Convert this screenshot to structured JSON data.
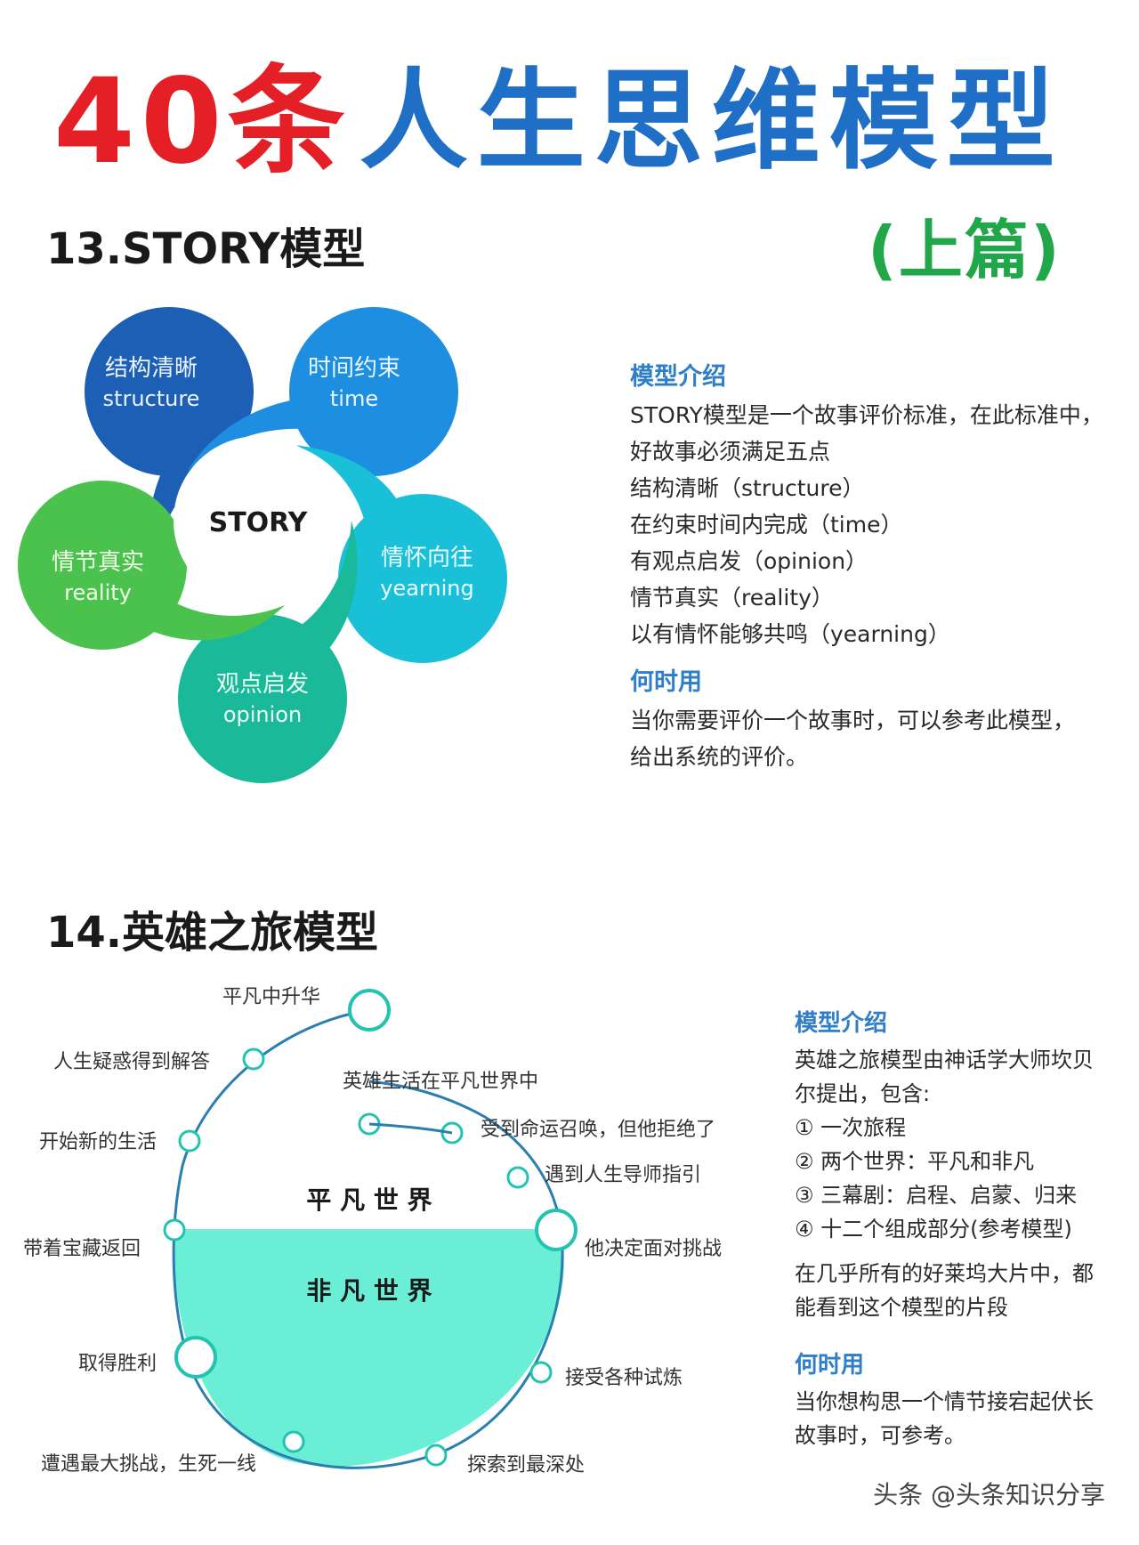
{
  "header": {
    "title_number": "40条",
    "title_text": "人生思维模型",
    "subtitle": "(上篇)"
  },
  "section13": {
    "heading": "13.STORY模型",
    "center": "STORY",
    "petals": [
      {
        "zh": "结构清晰",
        "en": "structure",
        "color": "#1c5fb4"
      },
      {
        "zh": "时间约束",
        "en": "time",
        "color": "#1e8ee0"
      },
      {
        "zh": "情怀向往",
        "en": "yearning",
        "color": "#19c0d8"
      },
      {
        "zh": "观点启发",
        "en": "opinion",
        "color": "#1ab999"
      },
      {
        "zh": "情节真实",
        "en": "reality",
        "color": "#4cc24e"
      }
    ],
    "intro_heading": "模型介绍",
    "intro_lines": [
      "STORY模型是一个故事评价标准，在此标准中，",
      "好故事必须满足五点",
      "结构清晰（structure）",
      "在约束时间内完成（time）",
      "有观点启发（opinion）",
      "情节真实（reality）",
      "以有情怀能够共鸣（yearning）"
    ],
    "use_heading": "何时用",
    "use_lines": [
      "当你需要评价一个故事时，可以参考此模型，",
      "给出系统的评价。"
    ]
  },
  "section14": {
    "heading": "14.英雄之旅模型",
    "world_top": "平 凡 世 界",
    "world_bottom": "非 凡 世 界",
    "stages": {
      "s1": "平凡中升华",
      "s2": "人生疑惑得到解答",
      "s3": "英雄生活在平凡世界中",
      "s4": "开始新的生活",
      "s5": "受到命运召唤，但他拒绝了",
      "s6": "遇到人生导师指引",
      "s7": "带着宝藏返回",
      "s8": "他决定面对挑战",
      "s9": "取得胜利",
      "s10": "接受各种试炼",
      "s11": "遭遇最大挑战，生死一线",
      "s12": "探索到最深处"
    },
    "intro_heading": "模型介绍",
    "intro_lines": [
      "英雄之旅模型由神话学大师坎贝",
      "尔提出，包含:",
      "①  一次旅程",
      "②  两个世界：平凡和非凡",
      "③  三幕剧：启程、启蒙、归来",
      "④  十二个组成部分(参考模型)"
    ],
    "intro_lines2": [
      "在几乎所有的好莱坞大片中，都",
      "能看到这个模型的片段"
    ],
    "use_heading": "何时用",
    "use_lines": [
      "当你想构思一个情节接宕起伏长",
      "故事时，可参考。"
    ]
  },
  "footer": {
    "watermark": "头条 @头条知识分享"
  }
}
